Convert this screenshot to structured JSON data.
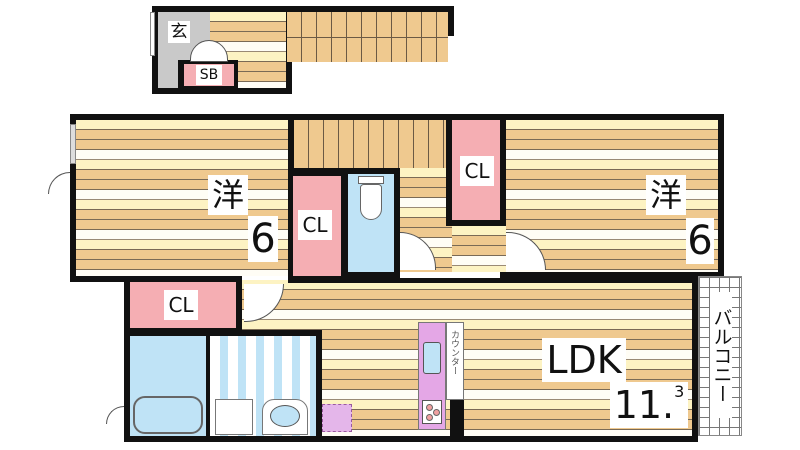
{
  "floorplan": {
    "top_unit": {
      "entrance_label": "玄",
      "shoe_box_label": "SB"
    },
    "rooms": {
      "western_room_left": {
        "type_label": "洋",
        "size_label": "6"
      },
      "western_room_right": {
        "type_label": "洋",
        "size_label": "6"
      },
      "closet_left_vertical": {
        "label": "CL"
      },
      "closet_right": {
        "label": "CL"
      },
      "closet_bottom": {
        "label": "CL"
      },
      "ldk": {
        "type_label": "LDK",
        "size_main": "11.",
        "size_decimal": "3"
      },
      "counter": {
        "label": "カウンター"
      },
      "balcony": {
        "label": "バルコニー"
      }
    },
    "colors": {
      "wall": "#111111",
      "floor_cream": "#fdf3c3",
      "floor_tan": "#efc98f",
      "closet_pink": "#f5aeb3",
      "wet_area_blue": "#bfe3f6",
      "kitchen_purple": "#e4a7e6",
      "entrance_gray": "#c9c9c9"
    }
  }
}
